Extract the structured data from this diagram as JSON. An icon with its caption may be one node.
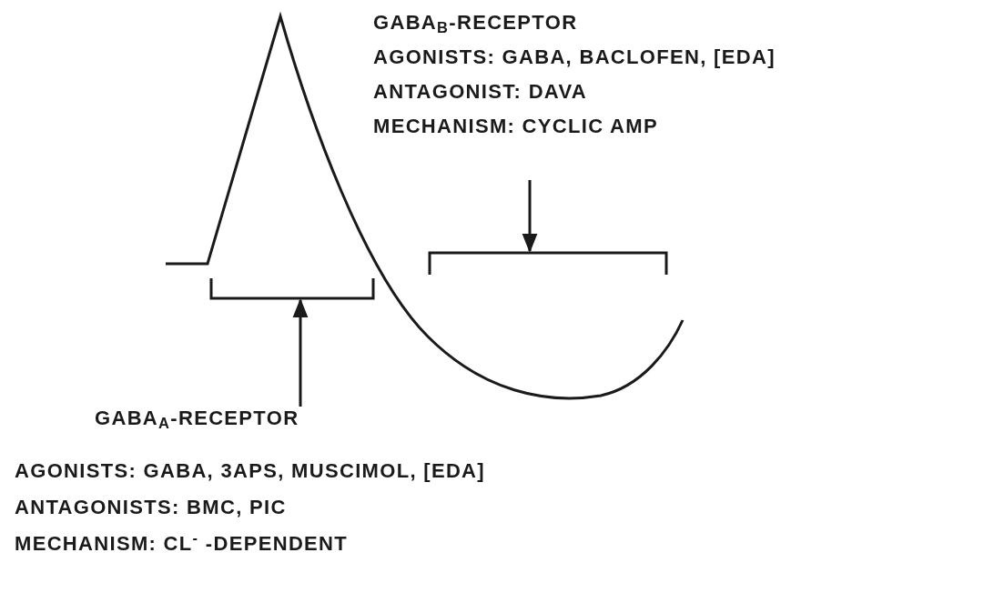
{
  "diagram": {
    "nodes": [
      {
        "text": [
          "GABA$_{B}$-RECEPTOR",
          "AGONISTS: GABA, BACLOFEN, [EDA]",
          "ANTAGONIST: DAVA",
          "MECHANISM: CYCLIC AMP"
        ]
      },
      {
        "text": [],
        "shape": "bracket"
      },
      {
        "text": [],
        "shape": "bracket"
      },
      {
        "text": [
          "GABA$_{A}$-RECEPTOR",
          "AGONISTS: GABA, 3APS, MUSCIMOL, [EDA]",
          "ANTAGONISTS: BMC, PIC",
          "MECHANISM: CL$^{-}$ -DEPENDENT"
        ]
      }
    ],
    "edges": [
      {
        "from": 0,
        "to": 1,
        "arrow": "to"
      },
      {
        "from": 3,
        "to": 2,
        "arrow": "to"
      }
    ]
  }
}
